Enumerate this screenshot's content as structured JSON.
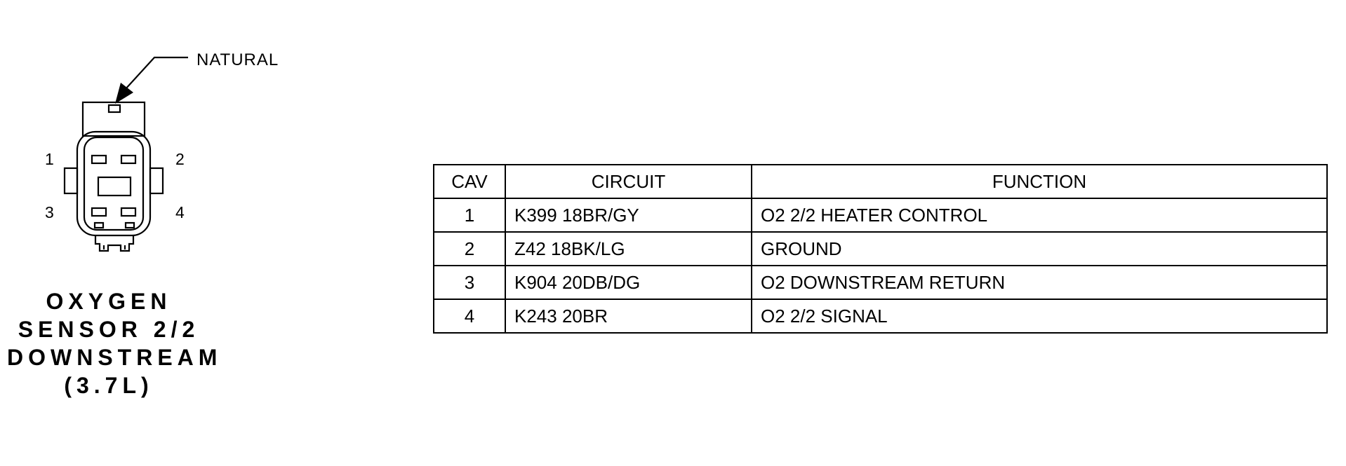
{
  "connector": {
    "callout_label": "NATURAL",
    "pin_labels": [
      "1",
      "2",
      "3",
      "4"
    ],
    "title_lines": [
      "OXYGEN",
      "SENSOR 2/2",
      "DOWNSTREAM",
      "(3.7L)"
    ]
  },
  "pinout_table": {
    "headers": {
      "cav": "CAV",
      "circuit": "CIRCUIT",
      "function": "FUNCTION"
    },
    "rows": [
      {
        "cav": "1",
        "circuit": "K399 18BR/GY",
        "function": "O2 2/2 HEATER CONTROL"
      },
      {
        "cav": "2",
        "circuit": "Z42 18BK/LG",
        "function": "GROUND"
      },
      {
        "cav": "3",
        "circuit": "K904 20DB/DG",
        "function": "O2 DOWNSTREAM RETURN"
      },
      {
        "cav": "4",
        "circuit": "K243 20BR",
        "function": "O2 2/2 SIGNAL"
      }
    ]
  }
}
